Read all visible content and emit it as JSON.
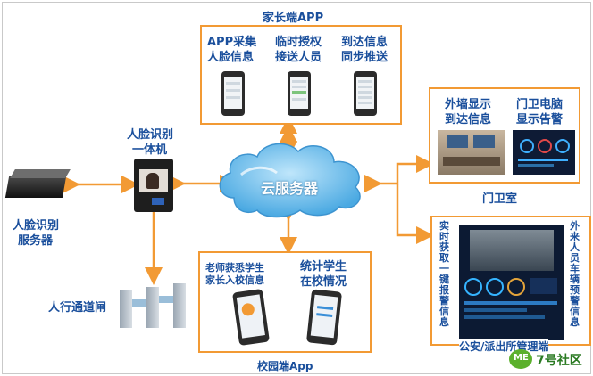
{
  "parent_app": {
    "title": "家长端APP",
    "features": [
      {
        "line1": "APP采集",
        "line2": "人脸信息"
      },
      {
        "line1": "临时授权",
        "line2": "接送人员"
      },
      {
        "line1": "到达信息",
        "line2": "同步推送"
      }
    ]
  },
  "guard_room": {
    "label": "门卫室",
    "features": [
      {
        "line1": "外墙显示",
        "line2": "到达信息"
      },
      {
        "line1": "门卫电脑",
        "line2": "显示告警"
      }
    ]
  },
  "police": {
    "label": "公安/派出所管理端",
    "left_vertical": "实时获取一键报警信息",
    "right_vertical": "外来人员车辆预警信息"
  },
  "campus_app": {
    "title": "校园端App",
    "feature_1": {
      "line1": "老师获悉学生",
      "line2": "家长入校信息"
    },
    "feature_2": {
      "line1": "统计学生",
      "line2": "在校情况"
    }
  },
  "cloud": {
    "label": "云服务器"
  },
  "face_terminal": {
    "line1": "人脸识别",
    "line2": "一体机"
  },
  "face_server": {
    "line1": "人脸识别",
    "line2": "服务器"
  },
  "gate": {
    "label": "人行通道闸"
  },
  "watermark": {
    "text": "7号社区",
    "logo_text": "ME"
  },
  "colors": {
    "accent": "#f29a34",
    "text": "#1a4f9c",
    "cloud": "#5fb8ea"
  }
}
